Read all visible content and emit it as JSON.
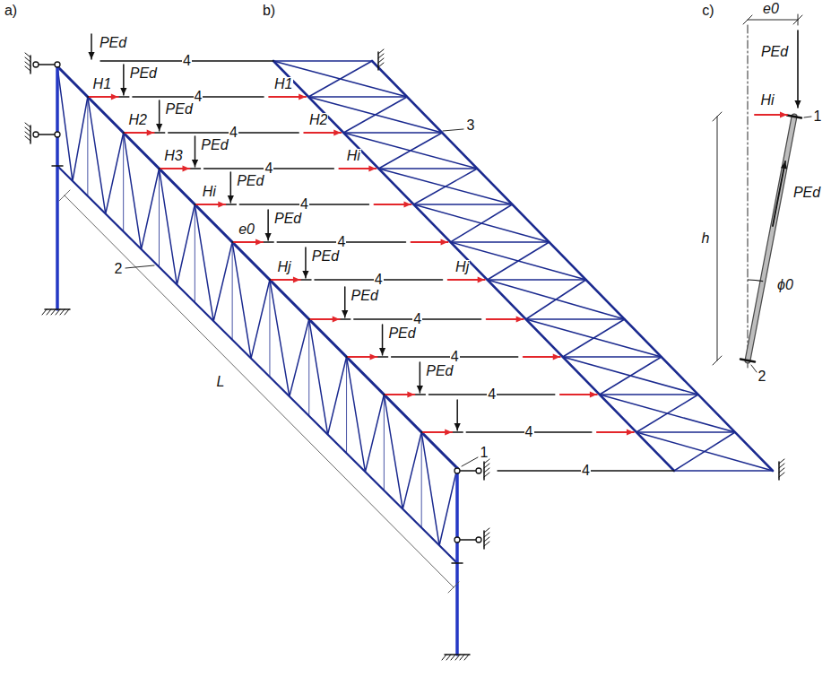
{
  "diagram": {
    "labels": [
      "a)",
      "b)",
      "c)",
      "PEd",
      "4",
      "H1",
      "PEd",
      "4",
      "H1",
      "H2",
      "PEd",
      "4",
      "H2",
      "H3",
      "PEd",
      "4",
      "Hi",
      "Hi",
      "PEd",
      "4",
      "e0",
      "PEd",
      "4",
      "Hj",
      "PEd",
      "4",
      "Hj",
      "PEd",
      "4",
      "PEd",
      "4",
      "PEd",
      "4",
      "4",
      "4",
      "L",
      "1",
      "2",
      "3",
      "e0",
      "PEd",
      "Hi",
      "1",
      "PEd",
      "h",
      "ϕ0",
      "2"
    ]
  }
}
